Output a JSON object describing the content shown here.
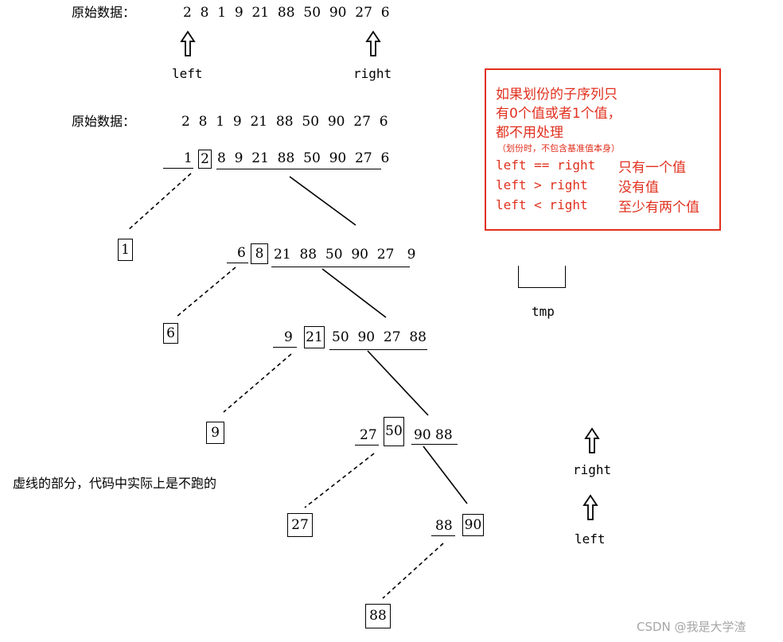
{
  "header": {
    "label": "原始数据：",
    "values": "2  8  1  9  21  88  50  90  27  6",
    "left_label": "left",
    "right_label": "right"
  },
  "second_row": {
    "label": "原始数据：",
    "values": "2  8  1  9  21  88  50  90  27  6"
  },
  "tree": {
    "l1": {
      "left": "1",
      "pivot": "2",
      "right": "8  9  21  88  50  90  27  6",
      "result": "1"
    },
    "l2": {
      "left": "6",
      "pivot": "8",
      "right": "21  88  50  90  27   9",
      "result": "6"
    },
    "l3": {
      "left": "9",
      "pivot": "21",
      "right": "50  90  27  88",
      "result": "9"
    },
    "l4": {
      "left": "27",
      "pivot": "50",
      "right": "90 88",
      "result": "27"
    },
    "l5": {
      "left": "88",
      "pivot": "90",
      "result": "88"
    }
  },
  "note": {
    "line1": "如果划份的子序列只",
    "line2": "有0个值或者1个值，",
    "line3": "都不用处理",
    "line4": "（划份时，不包含基准值本身）",
    "case1_code": "left == right",
    "case1_text": "只有一个值",
    "case2_code": "left > right",
    "case2_text": "没有值",
    "case3_code": "left < right",
    "case3_text": "至少有两个值",
    "color": "#e0301e"
  },
  "tmp_label": "tmp",
  "side": {
    "right_label": "right",
    "left_label": "left"
  },
  "dashed_note": "虚线的部分，代码中实际上是不跑的",
  "watermark": "CSDN @我是大学渣"
}
